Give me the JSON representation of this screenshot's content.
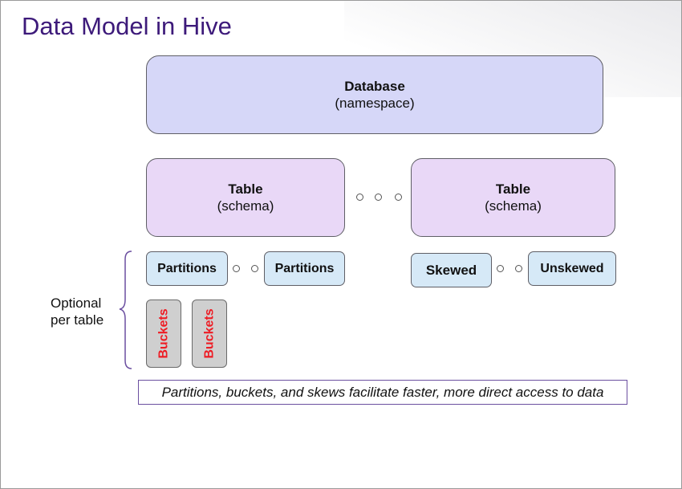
{
  "slide": {
    "title": "Data Model in Hive",
    "colors": {
      "title": "#3d1a7a",
      "database_fill": "#d6d7f8",
      "table_fill": "#e9d8f7",
      "small_box_fill": "#d6e9f7",
      "bucket_fill": "#cfcfcf",
      "bucket_text": "#ee1c24"
    }
  },
  "diagram": {
    "database": {
      "title": "Database",
      "subtitle": "(namespace)"
    },
    "tables": [
      {
        "title": "Table",
        "subtitle": "(schema)"
      },
      {
        "title": "Table",
        "subtitle": "(schema)"
      }
    ],
    "partitions": [
      "Partitions",
      "Partitions"
    ],
    "skew": [
      "Skewed",
      "Unskewed"
    ],
    "buckets": [
      "Buckets",
      "Buckets"
    ],
    "optional_label": "Optional per table",
    "note": "Partitions, buckets, and skews facilitate faster, more direct access to data"
  }
}
